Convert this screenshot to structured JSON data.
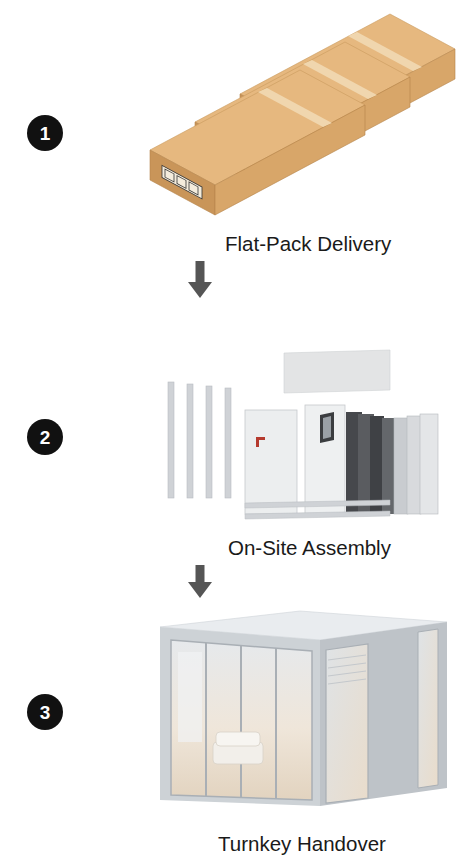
{
  "diagram": {
    "nodes": [
      {
        "text": [
          "1"
        ]
      },
      {
        "text": [
          "Flat-Pack Delivery"
        ]
      },
      {
        "text": [
          "2"
        ]
      },
      {
        "text": [
          "On-Site Assembly"
        ]
      },
      {
        "text": [
          "3"
        ]
      },
      {
        "text": [
          "Turnkey Handover"
        ]
      }
    ],
    "edges": [
      {
        "from": 1,
        "to": 3,
        "arrow": "to"
      },
      {
        "from": 3,
        "to": 5,
        "arrow": "to"
      }
    ]
  }
}
